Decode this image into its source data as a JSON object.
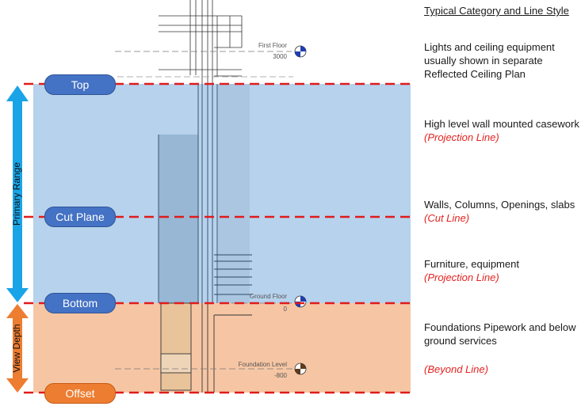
{
  "heading": "Typical Category and Line Style",
  "planes": {
    "top": "Top",
    "cut": "Cut Plane",
    "bottom": "Bottom",
    "offset": "Offset"
  },
  "ranges": {
    "primary": "Primary Range",
    "depth": "View Depth"
  },
  "levels": [
    {
      "name": "First Floor",
      "value": "3000"
    },
    {
      "name": "Ground Floor",
      "value": "0"
    },
    {
      "name": "Foundation Level",
      "value": "-800"
    }
  ],
  "descriptions": [
    {
      "text": "Lights and ceiling equipment usually shown in separate Reflected Ceiling Plan",
      "style": ""
    },
    {
      "text": "High level wall mounted casework",
      "style": "(Projection Line)"
    },
    {
      "text": "Walls, Columns, Openings, slabs",
      "style": "(Cut Line)"
    },
    {
      "text": "Furniture, equipment",
      "style": "(Projection Line)"
    },
    {
      "text": "Foundations Pipework and below ground services",
      "style": ""
    },
    {
      "text": "",
      "style": "(Beyond Line)"
    }
  ],
  "colors": {
    "primary_band": "#b7d2ec",
    "depth_band": "#f6c6a4",
    "dash_line": "#e01b1b",
    "primary_arrow": "#1aa4e8",
    "depth_arrow": "#ed7d31",
    "pill_blue": "#4472c4",
    "pill_orange": "#ed7d31"
  }
}
